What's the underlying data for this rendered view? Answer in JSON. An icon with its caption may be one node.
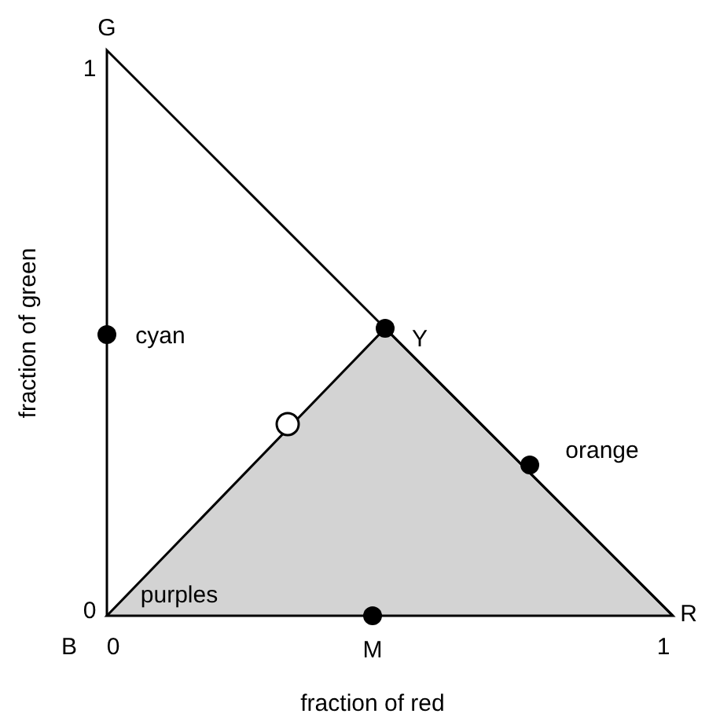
{
  "diagram": {
    "labels": [
      "G",
      "1",
      "cyan",
      "Y",
      "fraction of green",
      "orange",
      "0",
      "purples",
      "R",
      "B",
      "0",
      "M",
      "1",
      "fraction of red"
    ]
  }
}
